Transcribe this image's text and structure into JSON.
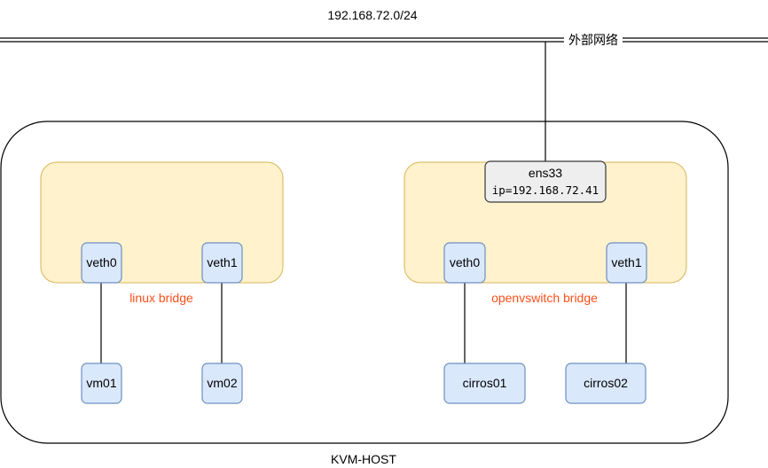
{
  "network": {
    "subnet_label": "192.168.72.0/24",
    "external_label": "外部网络"
  },
  "host": {
    "label": "KVM-HOST"
  },
  "linux_bridge": {
    "label": "linux bridge",
    "ports": [
      "veth0",
      "veth1"
    ],
    "vms": [
      "vm01",
      "vm02"
    ]
  },
  "ovs_bridge": {
    "label": "openvswitch bridge",
    "uplink": {
      "name": "ens33",
      "ip": "ip=192.168.72.41"
    },
    "ports": [
      "veth0",
      "veth1"
    ],
    "vms": [
      "cirros01",
      "cirros02"
    ]
  },
  "colors": {
    "bridge_fill": "#fff2cc",
    "bridge_stroke": "#d6b656",
    "node_fill": "#dae8fc",
    "node_stroke": "#6c8ebf",
    "uplink_fill": "#eeeeee",
    "uplink_stroke": "#36393d",
    "bridge_label": "#ff4f1a"
  }
}
